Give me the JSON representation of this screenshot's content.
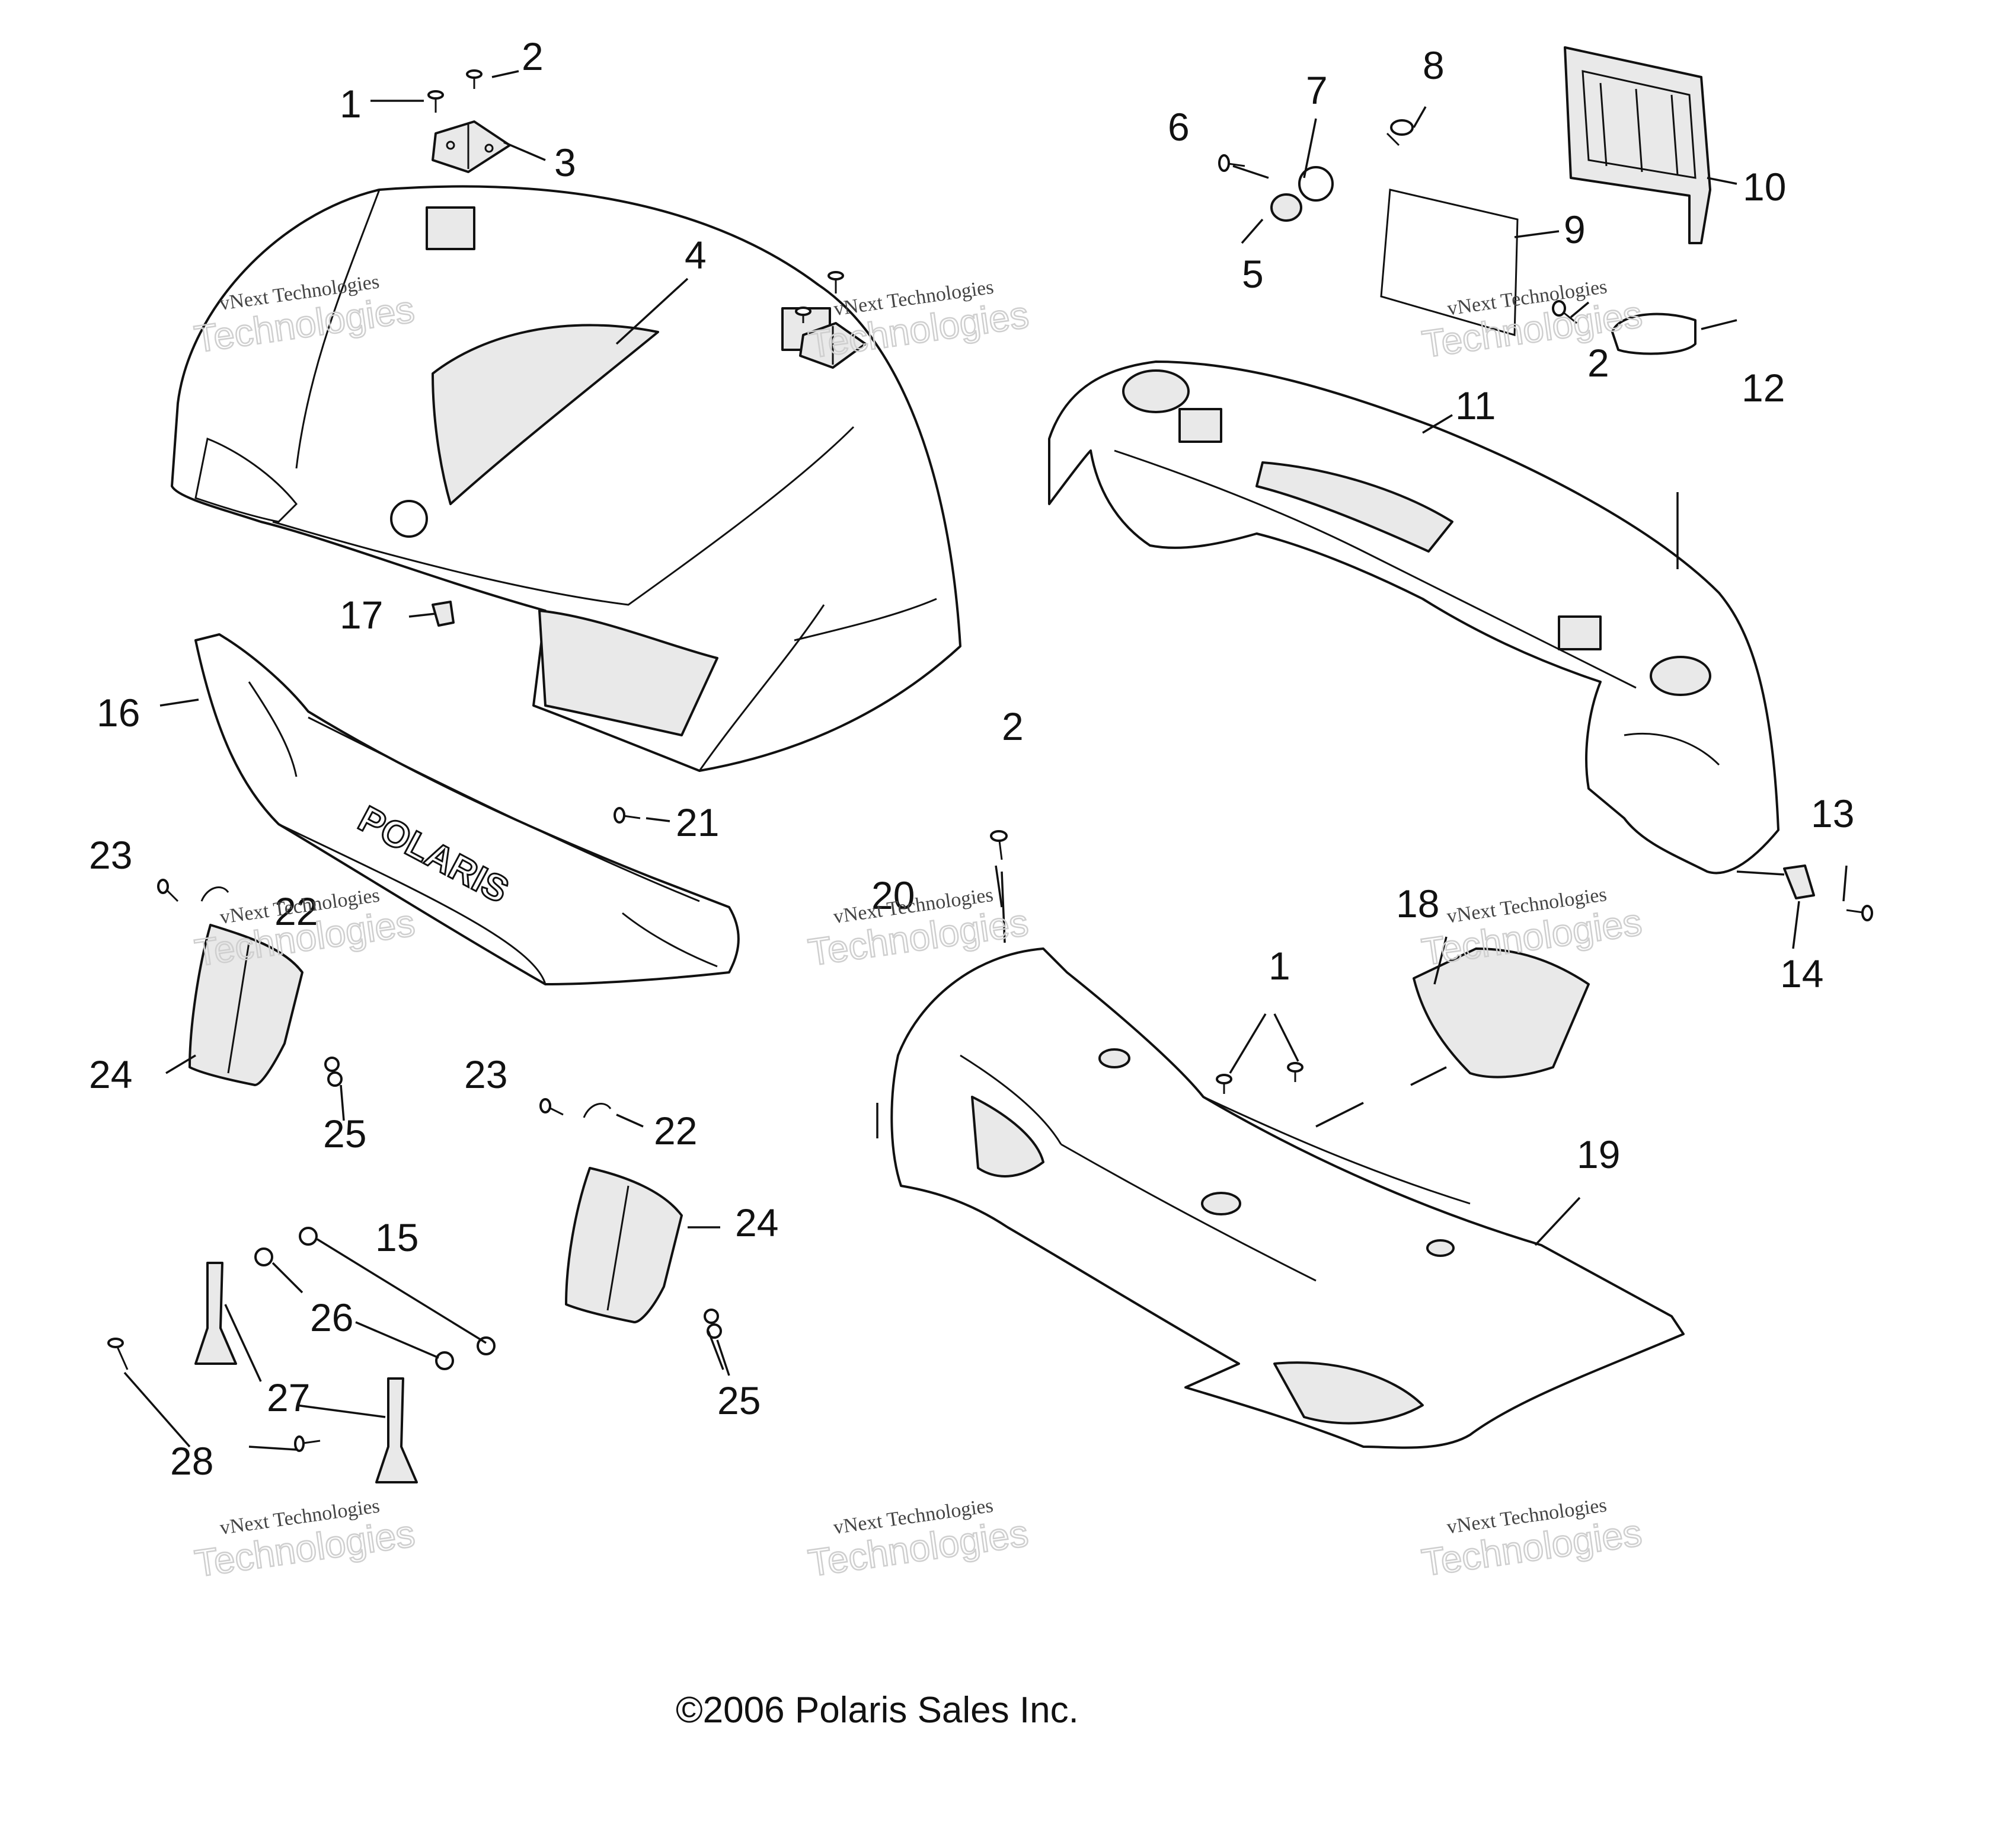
{
  "callouts": [
    {
      "id": "c1a",
      "text": "1"
    },
    {
      "id": "c2a",
      "text": "2"
    },
    {
      "id": "c3",
      "text": "3"
    },
    {
      "id": "c4",
      "text": "4"
    },
    {
      "id": "c5",
      "text": "5"
    },
    {
      "id": "c6",
      "text": "6"
    },
    {
      "id": "c7",
      "text": "7"
    },
    {
      "id": "c8",
      "text": "8"
    },
    {
      "id": "c9",
      "text": "9"
    },
    {
      "id": "c10",
      "text": "10"
    },
    {
      "id": "c11",
      "text": "11"
    },
    {
      "id": "c2b",
      "text": "2"
    },
    {
      "id": "c12",
      "text": "12"
    },
    {
      "id": "c17",
      "text": "17"
    },
    {
      "id": "c16",
      "text": "16"
    },
    {
      "id": "c21",
      "text": "21"
    },
    {
      "id": "c2c",
      "text": "2"
    },
    {
      "id": "c13",
      "text": "13"
    },
    {
      "id": "c23a",
      "text": "23"
    },
    {
      "id": "c22a",
      "text": "22"
    },
    {
      "id": "c20",
      "text": "20"
    },
    {
      "id": "c18",
      "text": "18"
    },
    {
      "id": "c14",
      "text": "14"
    },
    {
      "id": "c1b",
      "text": "1"
    },
    {
      "id": "c24a",
      "text": "24"
    },
    {
      "id": "c25a",
      "text": "25"
    },
    {
      "id": "c23b",
      "text": "23"
    },
    {
      "id": "c22b",
      "text": "22"
    },
    {
      "id": "c19",
      "text": "19"
    },
    {
      "id": "c15",
      "text": "15"
    },
    {
      "id": "c24b",
      "text": "24"
    },
    {
      "id": "c26",
      "text": "26"
    },
    {
      "id": "c27",
      "text": "27"
    },
    {
      "id": "c25b",
      "text": "25"
    },
    {
      "id": "c28",
      "text": "28"
    }
  ],
  "watermark": {
    "line1": "vNext Technologies",
    "line2": "Technologies"
  },
  "brand_text": "POLARIS",
  "copyright": "©2006 Polaris Sales Inc."
}
